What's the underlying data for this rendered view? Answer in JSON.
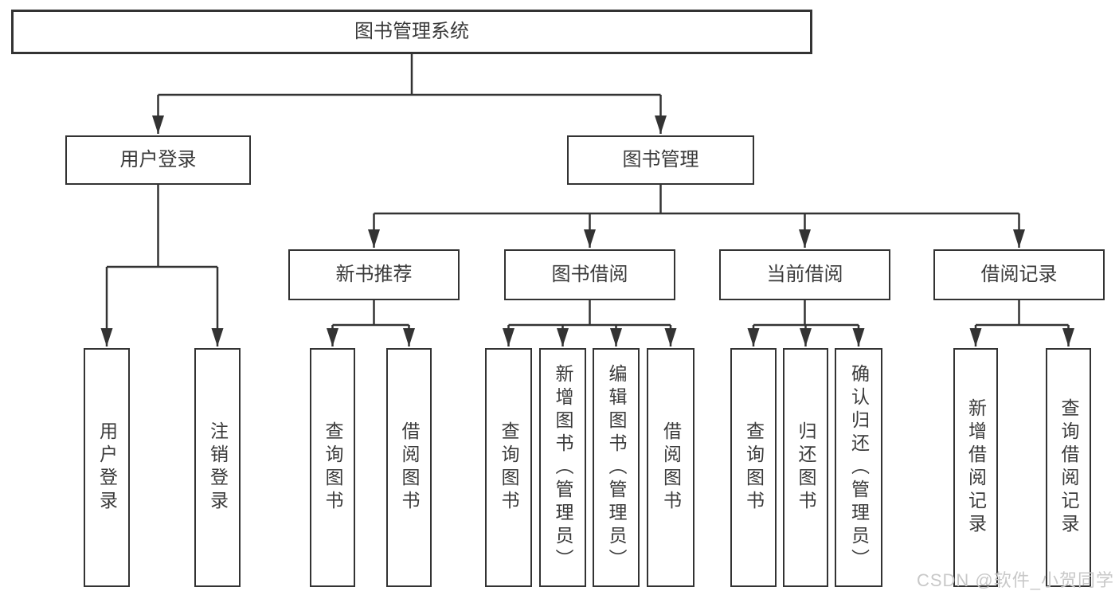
{
  "tree": {
    "root": {
      "label": "图书管理系统"
    },
    "branches": [
      {
        "label": "用户登录",
        "children": [
          {
            "label": "用户登录"
          },
          {
            "label": "注销登录"
          }
        ]
      },
      {
        "label": "图书管理",
        "groups": [
          {
            "label": "新书推荐",
            "children": [
              {
                "label": "查询图书"
              },
              {
                "label": "借阅图书"
              }
            ]
          },
          {
            "label": "图书借阅",
            "children": [
              {
                "label": "查询图书"
              },
              {
                "label": "新增图书（管理员）"
              },
              {
                "label": "编辑图书（管理员）"
              },
              {
                "label": "借阅图书"
              }
            ]
          },
          {
            "label": "当前借阅",
            "children": [
              {
                "label": "查询图书"
              },
              {
                "label": "归还图书"
              },
              {
                "label": "确认归还（管理员）"
              }
            ]
          },
          {
            "label": "借阅记录",
            "children": [
              {
                "label": "新增借阅记录"
              },
              {
                "label": "查询借阅记录"
              }
            ]
          }
        ]
      }
    ]
  },
  "watermark": {
    "text": "CSDN @软件_小贺同学"
  },
  "colors": {
    "line": "#333333",
    "box_border": "#333333",
    "box_bg": "#ffffff",
    "text": "#3a3a3a",
    "watermark": "#c8c8c8",
    "background": "#ffffff"
  }
}
